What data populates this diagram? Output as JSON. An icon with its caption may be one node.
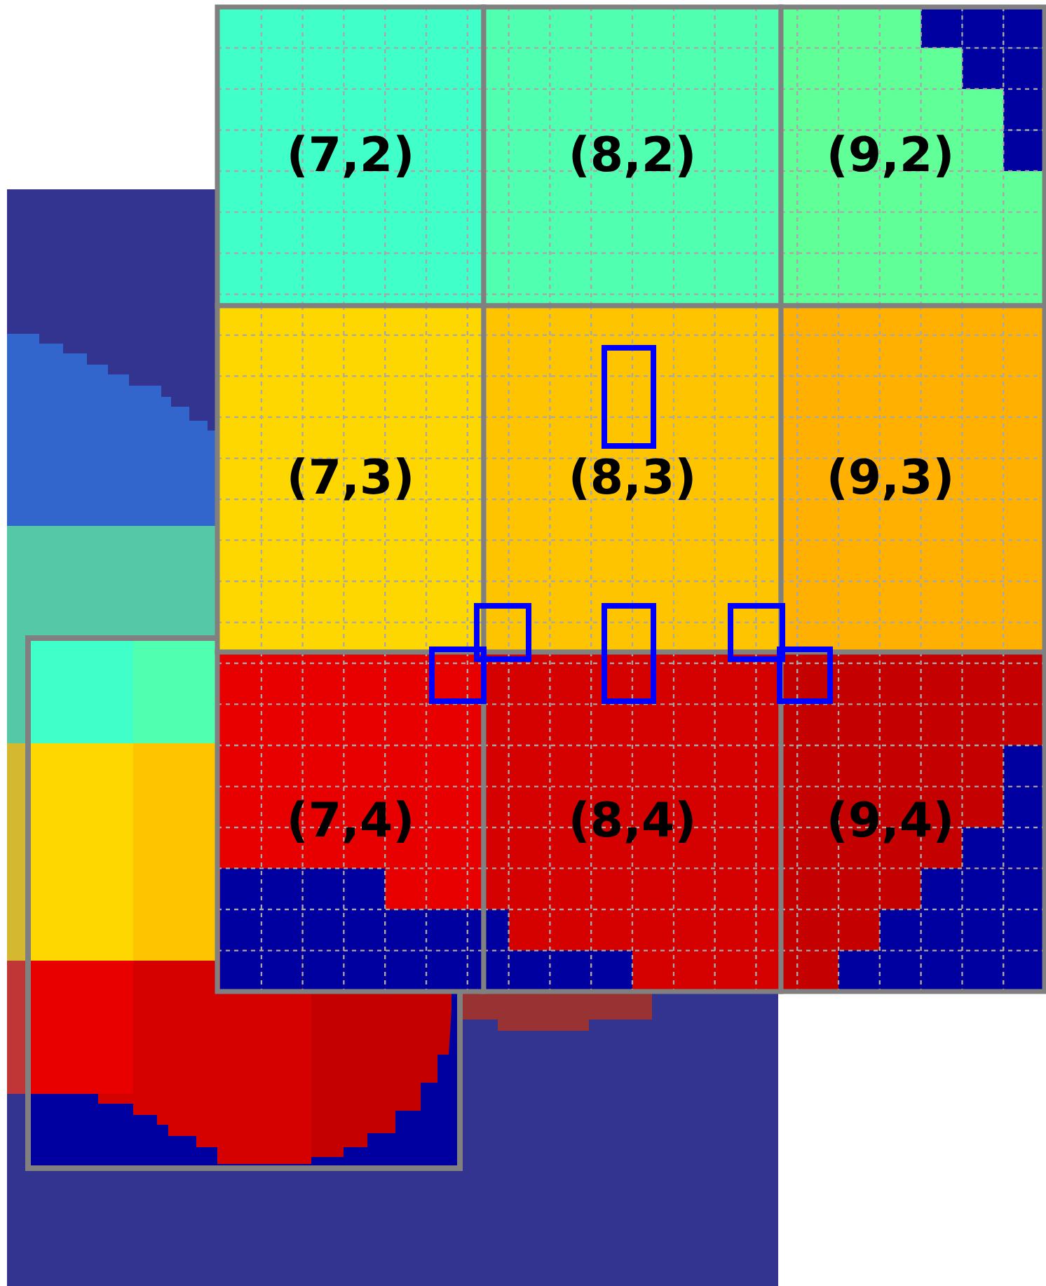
{
  "diagram": {
    "nodes": [
      {
        "text": [
          "(7,2)"
        ]
      },
      {
        "text": [
          "(8,2)"
        ]
      },
      {
        "text": [
          "(9,2)"
        ]
      },
      {
        "text": [
          "(7,3)"
        ]
      },
      {
        "text": [
          "(8,3)"
        ]
      },
      {
        "text": [
          "(9,3)"
        ]
      },
      {
        "text": [
          "(7,4)"
        ]
      },
      {
        "text": [
          "(8,4)"
        ]
      },
      {
        "text": [
          "(9,4)"
        ]
      }
    ]
  }
}
